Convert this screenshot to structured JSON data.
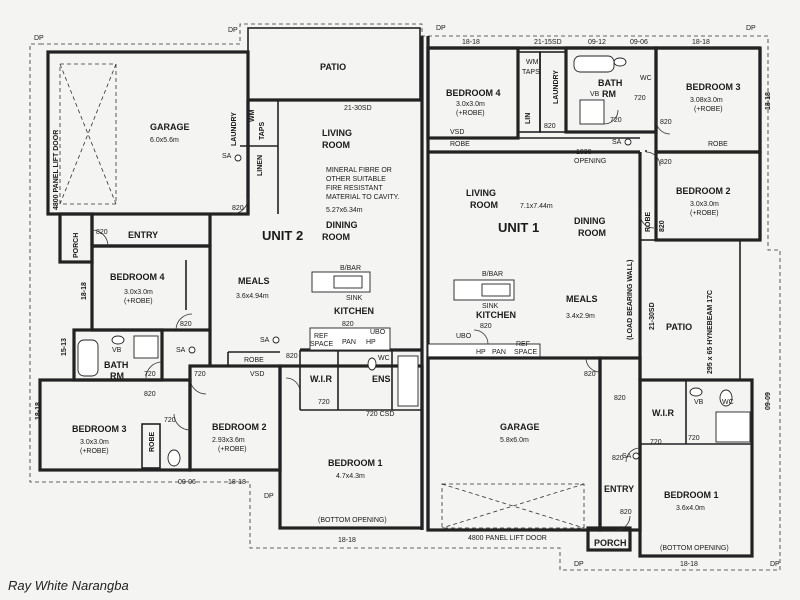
{
  "watermark": "Ray White Narangba",
  "units": {
    "unit1": "UNIT 1",
    "unit2": "UNIT 2"
  },
  "rooms": {
    "patio_top": "PATIO",
    "garage_l": "GARAGE",
    "garage_l_dim": "6.0x5.6m",
    "laundry_l": "LAUNDRY",
    "taps_l": "TAPS",
    "wm_l": "WM",
    "linen_l": "LINEN",
    "living_l_1": "LIVING",
    "living_l_2": "ROOM",
    "mineral_1": "MINERAL FIBRE OR",
    "mineral_2": "OTHER SUITABLE",
    "mineral_3": "FIRE RESISTANT",
    "mineral_4": "MATERIAL TO CAVITY.",
    "living_l_dim": "5.27x6.34m",
    "dining_l_1": "DINING",
    "dining_l_2": "ROOM",
    "porch_l": "PORCH",
    "entry_l": "ENTRY",
    "bed4_l": "BEDROOM 4",
    "bed4_l_dim": "3.0x3.0m",
    "bed4_l_robe": "(+ROBE)",
    "meals_l": "MEALS",
    "meals_l_dim": "3.6x4.94m",
    "bbar_l": "B/BAR",
    "sink_l": "SINK",
    "kitchen_l": "KITCHEN",
    "ref_l": "REF",
    "space_l": "SPACE",
    "pan_l": "PAN",
    "hp_l": "HP",
    "ubo_l": "UBO",
    "bath_l": "BATH",
    "rm_l": "RM",
    "vb": "VB",
    "wc": "WC",
    "bed3_l": "BEDROOM 3",
    "bed3_l_dim": "3.0x3.0m",
    "bed3_l_robe": "(+ROBE)",
    "bed2_l": "BEDROOM 2",
    "bed2_l_dim": "2.93x3.6m",
    "bed2_l_robe": "(+ROBE)",
    "robe": "ROBE",
    "vsd": "VSD",
    "wir": "W.I.R",
    "ens": "ENS",
    "bed1_l": "BEDROOM 1",
    "bed1_l_dim": "4.7x4.3m",
    "bottom_opening": "(BOTTOM OPENING)",
    "bed4_r": "BEDROOM 4",
    "bed4_r_dim": "3.0x3.0m",
    "bed4_r_robe": "(+ROBE)",
    "wm_r": "WM",
    "taps_r": "TAPS",
    "laundry_r": "LAUNDRY",
    "lin_r": "LIN",
    "bath_r": "BATH",
    "rm_r": "RM",
    "vb_r": "VB",
    "bed3_r": "BEDROOM 3",
    "bed3_r_dim": "3.08x3.0m",
    "bed3_r_robe": "(+ROBE)",
    "bed2_r": "BEDROOM 2",
    "bed2_r_dim": "3.0x3.0m",
    "bed2_r_robe": "(+ROBE)",
    "opening_1030": "1030",
    "opening_word": "OPENING",
    "living_r_1": "LIVING",
    "living_r_2": "ROOM",
    "living_r_dim": "7.1x7.44m",
    "dining_r_1": "DINING",
    "dining_r_2": "ROOM",
    "meals_r": "MEALS",
    "meals_r_dim": "3.4x2.9m",
    "bbar_r": "B/BAR",
    "sink_r": "SINK",
    "kitchen_r": "KITCHEN",
    "load_wall": "(LOAD BEARING WALL)",
    "sd_2130": "21-30SD",
    "patio_r": "PATIO",
    "hybeam": "295 x 65 HYNEBEAM 17C",
    "garage_r": "GARAGE",
    "garage_r_dim": "5.8x6.0m",
    "entry_r": "ENTRY",
    "porch_r": "PORCH",
    "bed1_r": "BEDROOM 1",
    "bed1_r_dim": "3.6x4.0m",
    "panel_door_left": "4800 PANEL LIFT DOOR",
    "panel_door_bottom": "4800 PANEL LIFT DOOR",
    "sa": "SA",
    "dp": "DP",
    "csd": "720 CSD"
  },
  "dims": {
    "d820": "820",
    "d720": "720",
    "t1818": "18-18",
    "t2115sd": "21-15SD",
    "t0912": "09-12",
    "t0906": "09-06",
    "t2130sd": "21-30SD",
    "t1513": "15-13",
    "t0906b": "09-06",
    "t0909": "09-09"
  }
}
